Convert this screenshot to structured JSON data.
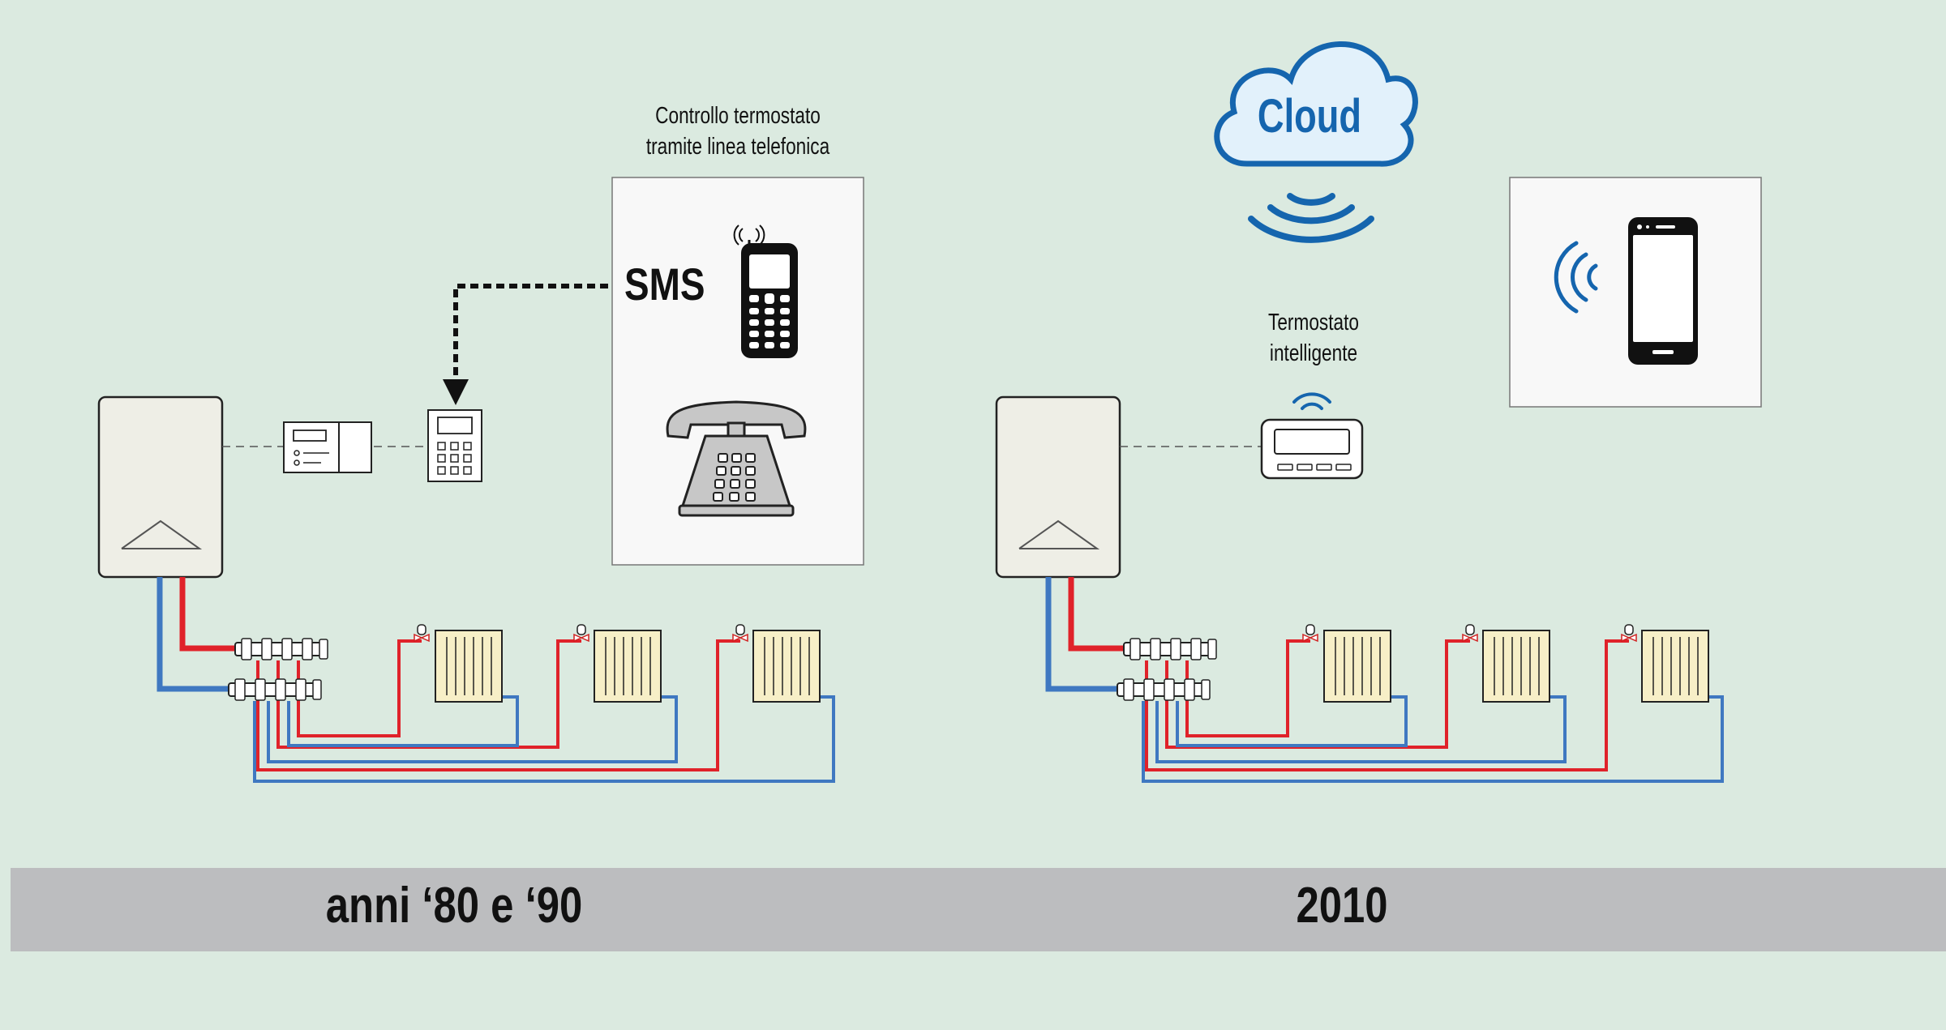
{
  "labels": {
    "phone_line_control": [
      "Controllo termostato",
      "tramite linea telefonica"
    ],
    "sms": "SMS",
    "cloud": "Cloud",
    "smart_thermostat": [
      "Termostato",
      "intelligente"
    ]
  },
  "eras": {
    "left": "anni ‘80 e ‘90",
    "right": "2010"
  },
  "colors": {
    "background": "#dbeae0",
    "flow_pipe": "#e0222a",
    "return_pipe": "#3f78c1",
    "cloud_blue": "#1565ae",
    "band": "#bcbdbf"
  },
  "icons": [
    "boiler-icon",
    "wall-thermostat-icon",
    "keypad-icon",
    "mobile-phone-icon",
    "desk-telephone-icon",
    "cloud-icon",
    "wifi-icon",
    "smart-thermostat-icon",
    "smartphone-icon",
    "radiator-icon",
    "manifold-icon"
  ]
}
